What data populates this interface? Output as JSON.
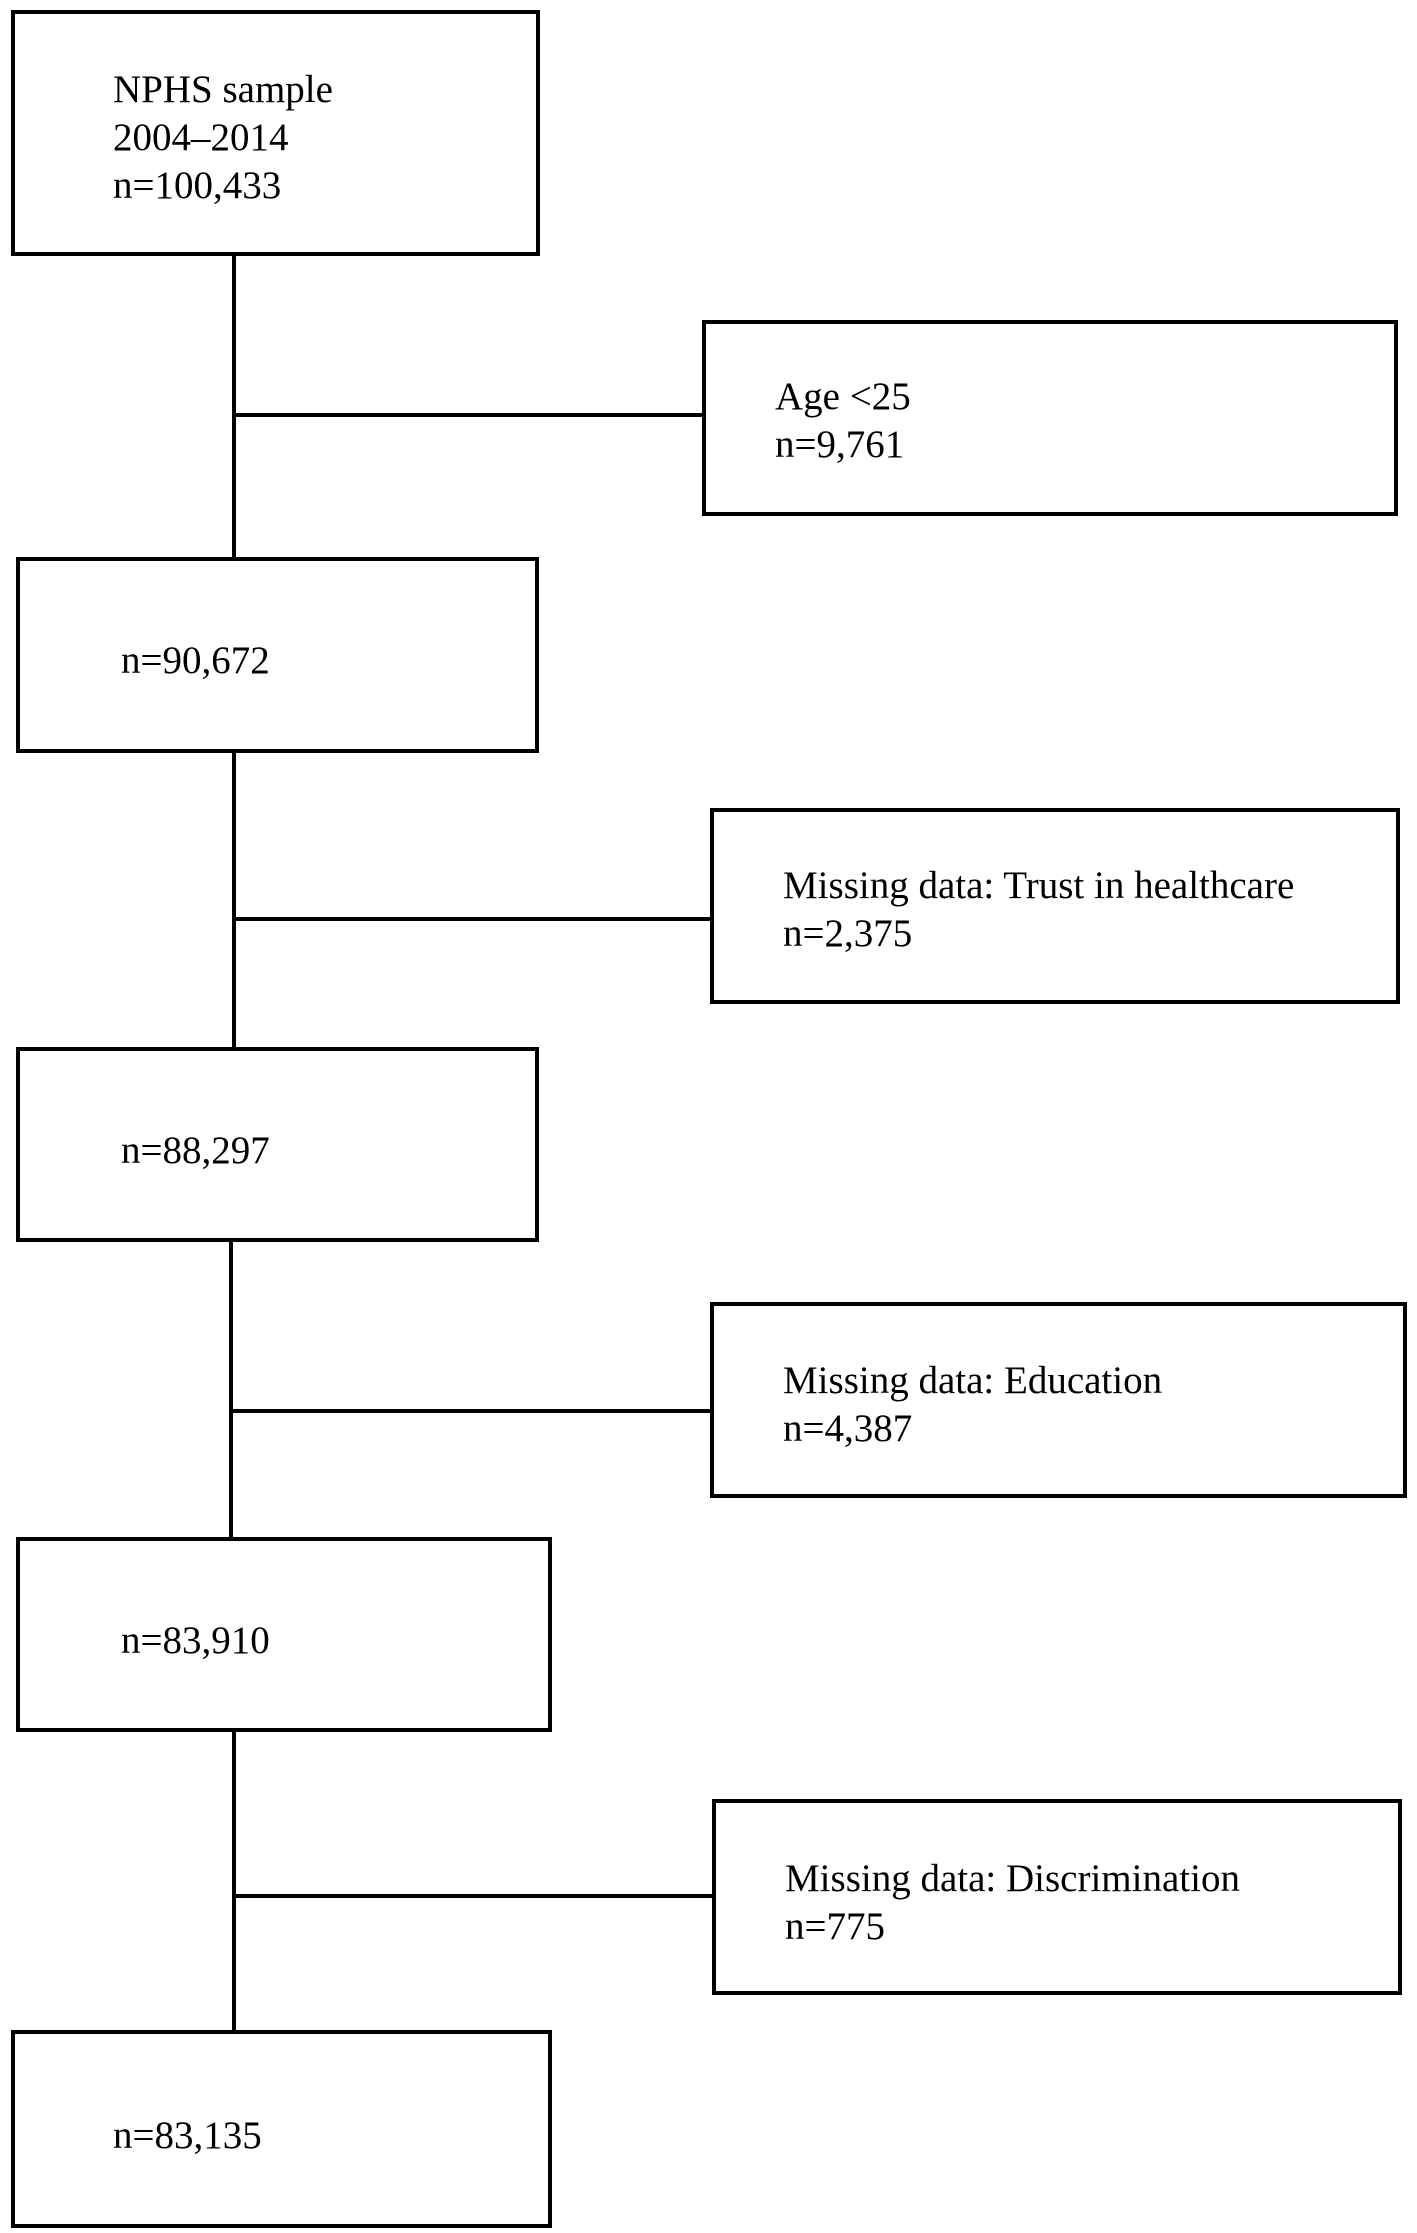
{
  "main_flow": [
    {
      "lines": [
        "NPHS sample",
        "2004–2014",
        "n=100,433"
      ]
    },
    {
      "lines": [
        "n=90,672"
      ]
    },
    {
      "lines": [
        "n=88,297"
      ]
    },
    {
      "lines": [
        "n=83,910"
      ]
    },
    {
      "lines": [
        "n=83,135"
      ]
    }
  ],
  "exclusions": [
    {
      "lines": [
        "Age <25",
        "n=9,761"
      ]
    },
    {
      "lines": [
        "Missing data: Trust in healthcare",
        "n=2,375"
      ]
    },
    {
      "lines": [
        "Missing data: Education",
        "n=4,387"
      ]
    },
    {
      "lines": [
        "Missing data: Discrimination",
        "n=775"
      ]
    }
  ],
  "colors": {
    "line": "#000000",
    "box_border": "#000000",
    "background": "#ffffff"
  }
}
